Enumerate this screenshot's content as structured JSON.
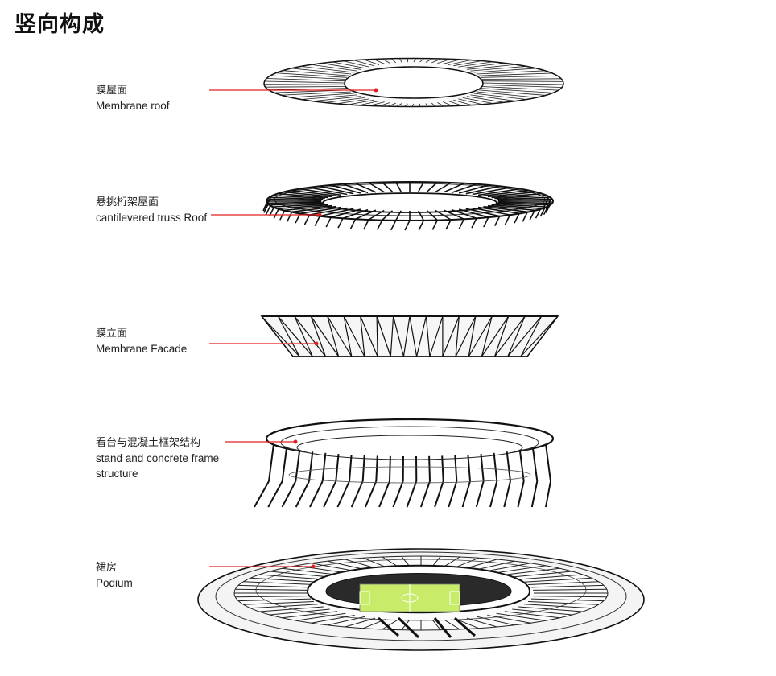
{
  "title": "竖向构成",
  "accent_color": "#e02020",
  "layers": [
    {
      "zh": "膜屋面",
      "en": "Membrane roof"
    },
    {
      "zh": "悬挑桁架屋面",
      "en": "cantilevered truss Roof"
    },
    {
      "zh": "膜立面",
      "en": "Membrane Facade"
    },
    {
      "zh": "看台与混凝土框架结构",
      "en": "stand and concrete frame structure"
    },
    {
      "zh": "裙房",
      "en": "Podium"
    }
  ]
}
